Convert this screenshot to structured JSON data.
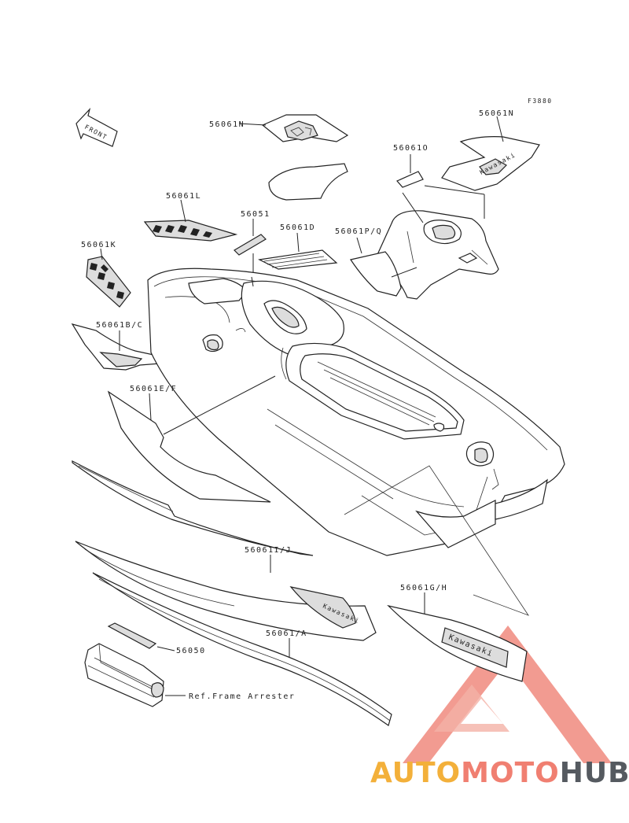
{
  "diagram": {
    "figure_code": "F3880",
    "front_arrow": "FRONT",
    "labels": {
      "p56061N_top": "56061N",
      "p56061N_right": "56061N",
      "p56061O_small": "56061O",
      "p56061L": "56061L",
      "p56051": "56051",
      "p56061D": "56061D",
      "p56061PQ": "56061P/Q",
      "p56061K": "56061K",
      "p56061BC": "56061B/C",
      "p56061EF": "56061E/F",
      "p56061IJ": "56061I/J",
      "p56061GH": "56061G/H",
      "p56061A": "56061/A",
      "p56050": "56050",
      "ref_frame_arrester": "Ref.Frame Arrester"
    },
    "decal_text": "Kawasaki"
  },
  "watermark": {
    "part1": "AUTO",
    "part2": "MOTO",
    "part3": "HUB",
    "colors": {
      "part1": "#f3b03a",
      "part2": "#f07f71",
      "part3": "#555a60",
      "triangle": "#f08a7e"
    }
  }
}
